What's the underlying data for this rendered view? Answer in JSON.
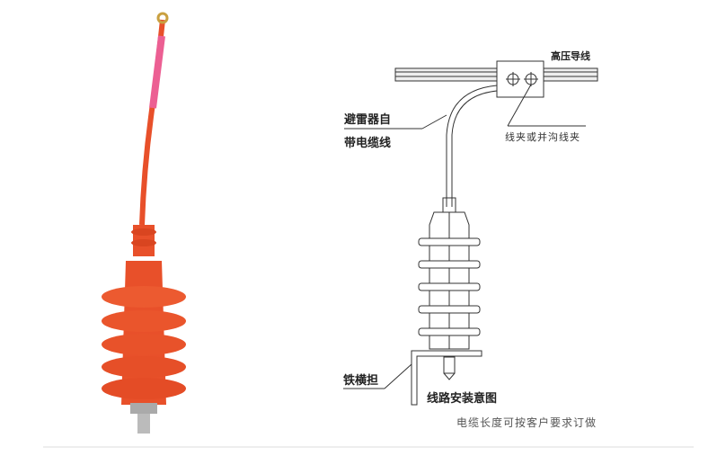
{
  "diagram": {
    "high_voltage_wire_label": "高压导线",
    "arrester_cable_label_line1": "避雷器自",
    "arrester_cable_label_line2": "带电缆线",
    "clamp_label": "线夹或并沟线夹",
    "iron_crossarm_label": "铁横担",
    "title": "线路安装意图"
  },
  "note": "电缆长度可按客户要求订做",
  "colors": {
    "arrester": "#e8502a",
    "sleeve": "#e85a8a",
    "line": "#333333"
  }
}
